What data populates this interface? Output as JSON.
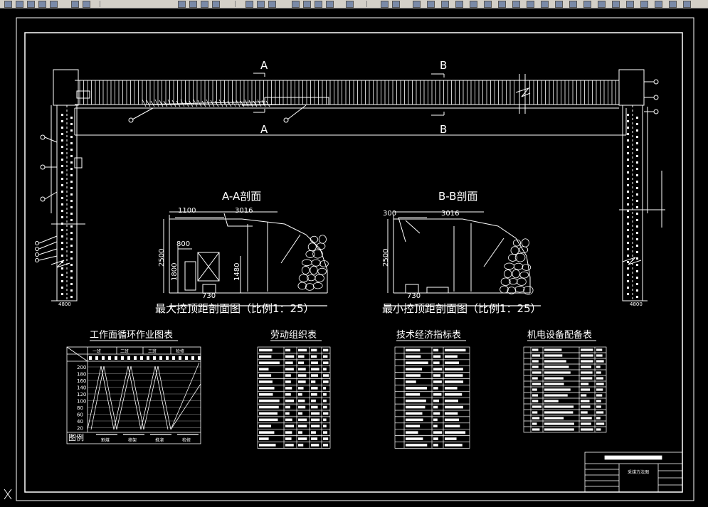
{
  "section_marks": {
    "a": "A",
    "b": "B"
  },
  "sections": {
    "aa": {
      "title": "A-A剖面",
      "caption": "最大控顶距剖面图（比例1：25）",
      "dims": {
        "w1": "1100",
        "w2": "3016",
        "h1": "800",
        "h2": "2500",
        "h3": "1800",
        "h4": "1480",
        "b1": "730"
      }
    },
    "bb": {
      "title": "B-B剖面",
      "caption": "最小控顶距剖面图（比例1：25）",
      "dims": {
        "w1": "300",
        "w2": "3016",
        "h2": "2500",
        "b1": "730"
      }
    }
  },
  "tables": {
    "cycle": {
      "title": "工作面循环作业图表",
      "legend_label": "图例",
      "shifts": [
        "一班",
        "二班",
        "三班",
        "检修"
      ],
      "y_ticks": [
        "200",
        "180",
        "160",
        "140",
        "120",
        "100",
        "80",
        "60",
        "40",
        "20"
      ],
      "legend_items": [
        "割煤",
        "移架",
        "推溜",
        "检修"
      ]
    },
    "labor": {
      "title": "劳动组织表"
    },
    "tech": {
      "title": "技术经济指标表"
    },
    "equip": {
      "title": "机电设备配备表"
    }
  },
  "title_block": {
    "drawing_name": "采煤方法图"
  },
  "dims_side": {
    "left_bottom": "4800",
    "right_bottom": "4800"
  },
  "colors": {
    "background": "#000000",
    "line": "#ffffff",
    "toolbar": "#d4d0c8"
  }
}
